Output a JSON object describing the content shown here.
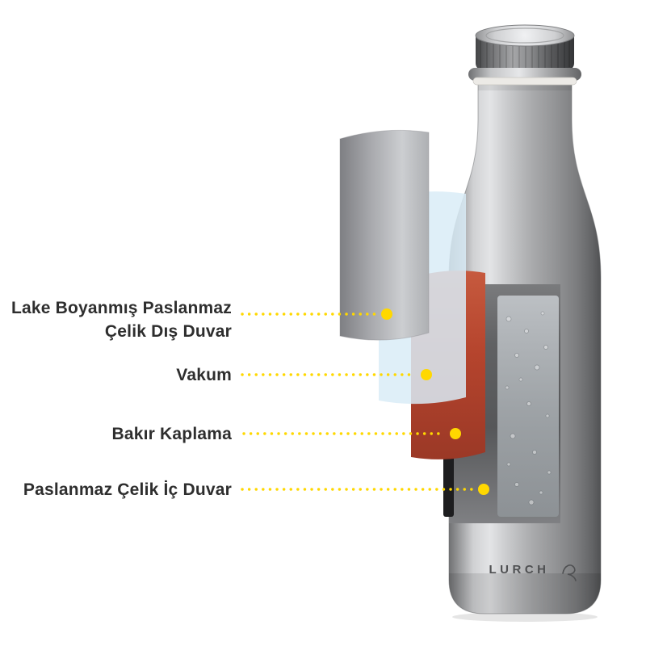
{
  "brand": {
    "name": "LURCH"
  },
  "labels": {
    "outer_wall": {
      "line1": "Lake Boyanmış Paslanmaz",
      "line2": "Çelik Dış Duvar"
    },
    "vacuum": {
      "text": "Vakum"
    },
    "copper": {
      "text": "Bakır Kaplama"
    },
    "inner_wall": {
      "text": "Paslanmaz Çelik İç Duvar"
    }
  },
  "colors": {
    "accent_yellow": "#ffd800",
    "copper_red": "#b5442d",
    "vacuum_blue": "#d9ecf7",
    "label_text": "#2e2e2e",
    "bottle_metal": "#a8a9ab"
  }
}
